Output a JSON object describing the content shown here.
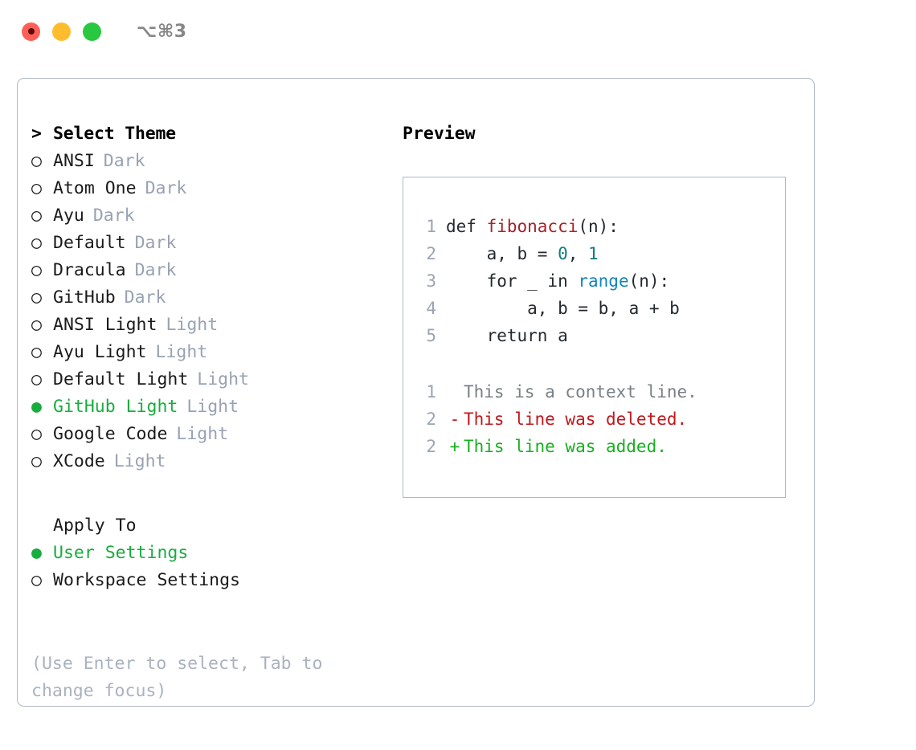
{
  "titlebar": {
    "shortcut": "⌥⌘3",
    "buttons": {
      "close_label": "",
      "minimize_label": "",
      "maximize_label": ""
    }
  },
  "theme_picker": {
    "cursor": ">",
    "header": "Select Theme",
    "marker_unselected": "○",
    "marker_selected": "●",
    "items": [
      {
        "label": "ANSI",
        "badge": "Dark",
        "selected": false
      },
      {
        "label": "Atom One",
        "badge": "Dark",
        "selected": false
      },
      {
        "label": "Ayu",
        "badge": "Dark",
        "selected": false
      },
      {
        "label": "Default",
        "badge": "Dark",
        "selected": false
      },
      {
        "label": "Dracula",
        "badge": "Dark",
        "selected": false
      },
      {
        "label": "GitHub",
        "badge": "Dark",
        "selected": false
      },
      {
        "label": "ANSI Light",
        "badge": "Light",
        "selected": false
      },
      {
        "label": "Ayu Light",
        "badge": "Light",
        "selected": false
      },
      {
        "label": "Default Light",
        "badge": "Light",
        "selected": false
      },
      {
        "label": "GitHub Light",
        "badge": "Light",
        "selected": true
      },
      {
        "label": "Google Code",
        "badge": "Light",
        "selected": false
      },
      {
        "label": "XCode",
        "badge": "Light",
        "selected": false
      }
    ]
  },
  "apply_to": {
    "header": "Apply To",
    "items": [
      {
        "label": "User Settings",
        "selected": true
      },
      {
        "label": "Workspace Settings",
        "selected": false
      }
    ]
  },
  "hint": "(Use Enter to select, Tab to change focus)",
  "preview": {
    "title": "Preview",
    "code_lines": [
      {
        "number": "1",
        "tokens": [
          {
            "text": "def ",
            "kind": "plain"
          },
          {
            "text": "fibonacci",
            "kind": "fn"
          },
          {
            "text": "(n):",
            "kind": "plain"
          }
        ]
      },
      {
        "number": "2",
        "tokens": [
          {
            "text": "    a, b = ",
            "kind": "plain"
          },
          {
            "text": "0",
            "kind": "num"
          },
          {
            "text": ", ",
            "kind": "plain"
          },
          {
            "text": "1",
            "kind": "num"
          }
        ]
      },
      {
        "number": "3",
        "tokens": [
          {
            "text": "    for _ in ",
            "kind": "plain"
          },
          {
            "text": "range",
            "kind": "call"
          },
          {
            "text": "(n):",
            "kind": "plain"
          }
        ]
      },
      {
        "number": "4",
        "tokens": [
          {
            "text": "        a, b = b, a + b",
            "kind": "plain"
          }
        ]
      },
      {
        "number": "5",
        "tokens": [
          {
            "text": "    return a",
            "kind": "plain"
          }
        ]
      }
    ],
    "diff_lines": [
      {
        "number": "1",
        "sign": " ",
        "text": "This is a context line.",
        "kind": "context"
      },
      {
        "number": "2",
        "sign": "-",
        "text": "This line was deleted.",
        "kind": "del"
      },
      {
        "number": "2",
        "sign": "+",
        "text": "This line was added.",
        "kind": "add"
      }
    ]
  },
  "colors": {
    "accent_green": "#18ad3e",
    "muted": "#98a2b3",
    "border": "#aeb8c6",
    "diff_add": "#17b01f",
    "diff_del": "#c0171c",
    "syntax_function": "#a3232b",
    "syntax_number": "#0d7d7d",
    "syntax_call": "#1185bf"
  }
}
